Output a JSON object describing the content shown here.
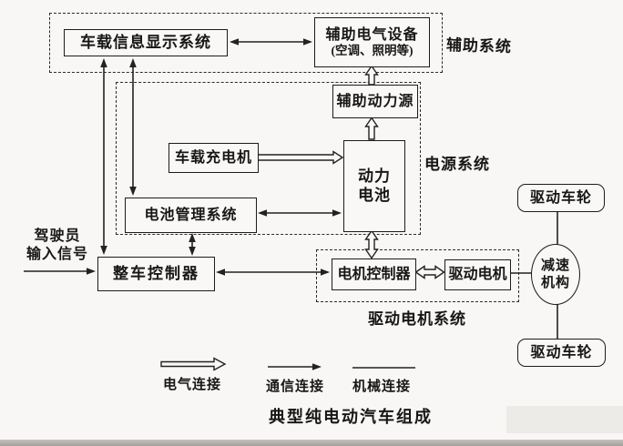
{
  "title": "典型纯电动汽车组成",
  "nodes": {
    "display": "车载信息显示系统",
    "aux_equip": {
      "line1": "辅助电气设备",
      "line2": "(空调、照明等)"
    },
    "aux_power": "辅助动力源",
    "charger": "车载充电机",
    "battery": {
      "line1": "动力",
      "line2": "电池"
    },
    "bms": "电池管理系统",
    "vcu": "整车控制器",
    "motor_controller": "电机控制器",
    "drive_motor": "驱动电机",
    "reducer": {
      "line1": "减速",
      "line2": "机构"
    },
    "wheel_top": "驱动车轮",
    "wheel_bottom": "驱动车轮"
  },
  "group_labels": {
    "aux_system": "辅助系统",
    "power_system": "电源系统",
    "drive_motor_system": "驱动电机系统"
  },
  "driver_input": {
    "line1": "驾驶员",
    "line2": "输入信号"
  },
  "legend": {
    "electrical": "电气连接",
    "communication": "通信连接",
    "mechanical": "机械连接"
  },
  "colors": {
    "ink": "#1e1e1e",
    "paper": "#f8f7f5"
  }
}
